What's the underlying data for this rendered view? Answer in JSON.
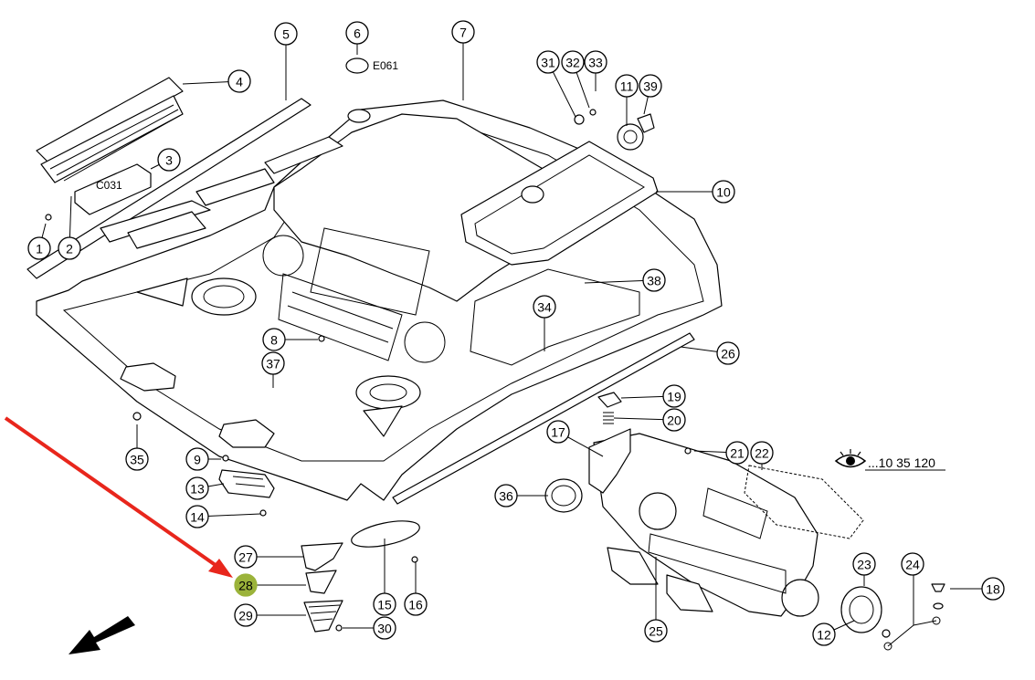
{
  "diagram": {
    "highlight_color": "#9bb33a",
    "arrow_color": "#e8261c",
    "highlighted_callout": "28",
    "callouts": [
      {
        "id": "1",
        "label": "1"
      },
      {
        "id": "2",
        "label": "2"
      },
      {
        "id": "3",
        "label": "3"
      },
      {
        "id": "4",
        "label": "4"
      },
      {
        "id": "5",
        "label": "5"
      },
      {
        "id": "6",
        "label": "6"
      },
      {
        "id": "7",
        "label": "7"
      },
      {
        "id": "8",
        "label": "8"
      },
      {
        "id": "9",
        "label": "9"
      },
      {
        "id": "10",
        "label": "10"
      },
      {
        "id": "11",
        "label": "11"
      },
      {
        "id": "12",
        "label": "12"
      },
      {
        "id": "13",
        "label": "13"
      },
      {
        "id": "14",
        "label": "14"
      },
      {
        "id": "15",
        "label": "15"
      },
      {
        "id": "16",
        "label": "16"
      },
      {
        "id": "17",
        "label": "17"
      },
      {
        "id": "18",
        "label": "18"
      },
      {
        "id": "19",
        "label": "19"
      },
      {
        "id": "20",
        "label": "20"
      },
      {
        "id": "21",
        "label": "21"
      },
      {
        "id": "22",
        "label": "22"
      },
      {
        "id": "23",
        "label": "23"
      },
      {
        "id": "24",
        "label": "24"
      },
      {
        "id": "25",
        "label": "25"
      },
      {
        "id": "26",
        "label": "26"
      },
      {
        "id": "27",
        "label": "27"
      },
      {
        "id": "28",
        "label": "28"
      },
      {
        "id": "29",
        "label": "29"
      },
      {
        "id": "30",
        "label": "30"
      },
      {
        "id": "31",
        "label": "31"
      },
      {
        "id": "32",
        "label": "32"
      },
      {
        "id": "33",
        "label": "33"
      },
      {
        "id": "34",
        "label": "34"
      },
      {
        "id": "35",
        "label": "35"
      },
      {
        "id": "36",
        "label": "36"
      },
      {
        "id": "37",
        "label": "37"
      },
      {
        "id": "38",
        "label": "38"
      },
      {
        "id": "39",
        "label": "39"
      }
    ],
    "codes": {
      "e061": "E061",
      "c031": "C031",
      "see_ref": "...10 35 120"
    },
    "icons": [
      "eye-icon",
      "direction-arrow-icon",
      "pointer-arrow-icon"
    ]
  }
}
